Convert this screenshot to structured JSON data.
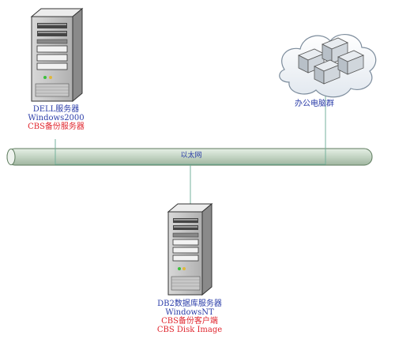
{
  "dell_server": {
    "name": "DELL服务器",
    "os": "Windows2000",
    "role": "CBS备份服务器"
  },
  "office_pcs": {
    "label": "办公电脑群"
  },
  "ethernet": {
    "label": "以太网"
  },
  "db2_server": {
    "name": "DB2数据库服务器",
    "os": "WindowsNT",
    "role": "CBS备份客户端",
    "disk": "CBS Disk Image"
  },
  "colors": {
    "label_blue": "#2a3ca8",
    "label_red": "#e0262e",
    "pipe": "#b9ccb9",
    "pipe_edge": "#5c7a5c",
    "link_line": "#74b29c"
  }
}
